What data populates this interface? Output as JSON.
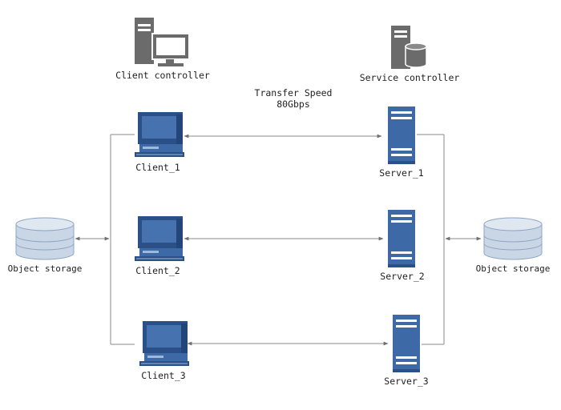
{
  "diagram": {
    "client_controller": "Client controller",
    "service_controller": "Service controller",
    "transfer_speed_title": "Transfer Speed",
    "transfer_speed_value": "80Gbps",
    "clients": [
      "Client_1",
      "Client_2",
      "Client_3"
    ],
    "servers": [
      "Server_1",
      "Server_2",
      "Server_3"
    ],
    "storage_left": "Object storage",
    "storage_right": "Object storage"
  },
  "colors": {
    "controller_gray": "#6b6b6b",
    "node_blue": "#3d6aa6",
    "node_blue_dark": "#2b5088",
    "storage_light": "#c9d6e6",
    "link_gray": "#8a8a8a"
  },
  "icons": {
    "client_controller": "computer-tower-monitor-icon",
    "service_controller": "server-database-icon",
    "client": "desktop-computer-icon",
    "server": "server-rack-icon",
    "storage": "database-cylinder-icon"
  }
}
